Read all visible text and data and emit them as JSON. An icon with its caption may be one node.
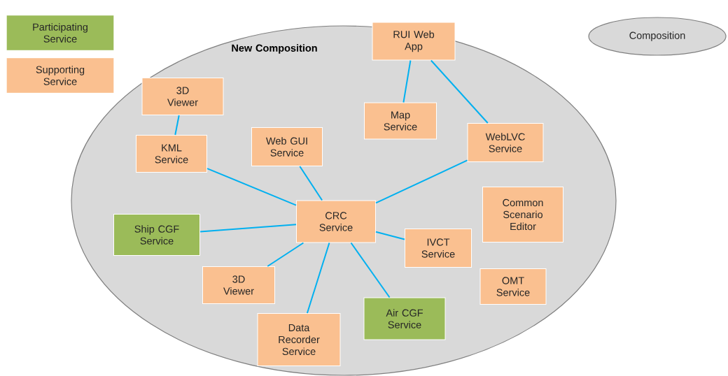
{
  "diagram": {
    "nodes": [
      {
        "text": [
          "**New Composition**"
        ]
      },
      {
        "text": [
          "RUI Web App"
        ],
        "in": 0
      },
      {
        "text": [
          "Map Service"
        ],
        "in": 0
      },
      {
        "text": [
          "WebLVC Service"
        ],
        "in": 0
      },
      {
        "text": [
          "3D Viewer"
        ],
        "in": 0
      },
      {
        "text": [
          "KML Service"
        ],
        "in": 0
      },
      {
        "text": [
          "Web GUI Service"
        ],
        "in": 0
      },
      {
        "text": [
          "CRC Service"
        ],
        "in": 0
      },
      {
        "text": [
          "Common Scenario Editor"
        ],
        "in": 0
      },
      {
        "text": [
          "Ship CGF Service"
        ],
        "in": 0
      },
      {
        "text": [
          "IVCT Service"
        ],
        "in": 0
      },
      {
        "text": [
          "3D Viewer"
        ],
        "in": 0
      },
      {
        "text": [
          "OMT Service"
        ],
        "in": 0
      },
      {
        "text": [
          "Air CGF Service"
        ],
        "in": 0
      },
      {
        "text": [
          "Data Recorder Service"
        ],
        "in": 0
      }
    ],
    "edges": [
      {
        "from": 1,
        "to": 2,
        "arrow": "none"
      },
      {
        "from": 1,
        "to": 3,
        "arrow": "none"
      },
      {
        "from": 4,
        "to": 5,
        "arrow": "none"
      },
      {
        "from": 5,
        "to": 7,
        "arrow": "none"
      },
      {
        "from": 6,
        "to": 7,
        "arrow": "none"
      },
      {
        "from": 3,
        "to": 7,
        "arrow": "none"
      },
      {
        "from": 9,
        "to": 7,
        "arrow": "none"
      },
      {
        "from": 7,
        "to": 10,
        "arrow": "none"
      },
      {
        "from": 7,
        "to": 11,
        "arrow": "none"
      },
      {
        "from": 7,
        "to": 14,
        "arrow": "none"
      },
      {
        "from": 7,
        "to": 13,
        "arrow": "none"
      }
    ],
    "legend": [
      {
        "text": "Participating Service",
        "color": "#9bbb59"
      },
      {
        "text": "Supporting Service",
        "color": "#fac090"
      },
      {
        "text": "Composition"
      }
    ]
  }
}
